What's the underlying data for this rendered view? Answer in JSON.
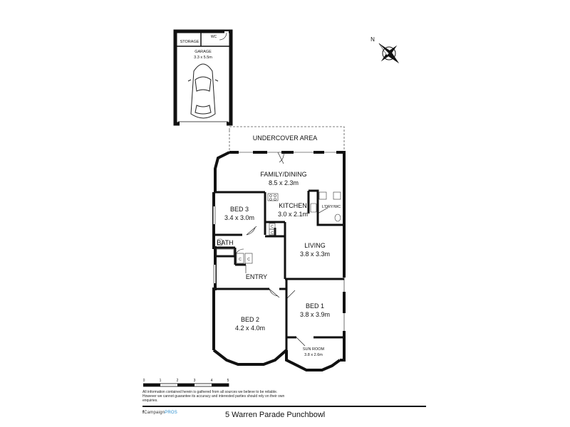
{
  "rooms": {
    "storage": "STORAGE",
    "wc_small": "WC",
    "garage": "GARAGE",
    "garage_dims": "3.3 x 5.5m",
    "undercover": "UNDERCOVER AREA",
    "family_dining": "FAMILY/DINING",
    "family_dining_dims": "8.5 x 2.3m",
    "bed3": "BED 3",
    "bed3_dims": "3.4 x 3.0m",
    "kitchen": "KITCHEN",
    "kitchen_dims": "3.0 x 2.1m",
    "ldry": "L'DRY/WC",
    "bath": "BATH",
    "living": "LIVING",
    "living_dims": "3.8 x 3.3m",
    "entry": "ENTRY",
    "bed1": "BED 1",
    "bed1_dims": "3.8 x 3.9m",
    "bed2": "BED 2",
    "bed2_dims": "4.2 x 4.0m",
    "sunroom": "SUN ROOM",
    "sunroom_dims": "3.8 x 2.6m",
    "cupboard": "C",
    "north": "N"
  },
  "scale": {
    "ticks": [
      "0",
      "1",
      "2",
      "3",
      "4",
      "5"
    ]
  },
  "footer": {
    "disclaimer": "All information contained herein is gathered from all sources we believe to be reliable. However we cannot guarantee its accuracy and interested parties should rely on their own enquiries.",
    "brand_prefix": "f",
    "brand_main": "Campaign",
    "brand_suffix": "PROS",
    "address": "5 Warren Parade Punchbowl"
  }
}
